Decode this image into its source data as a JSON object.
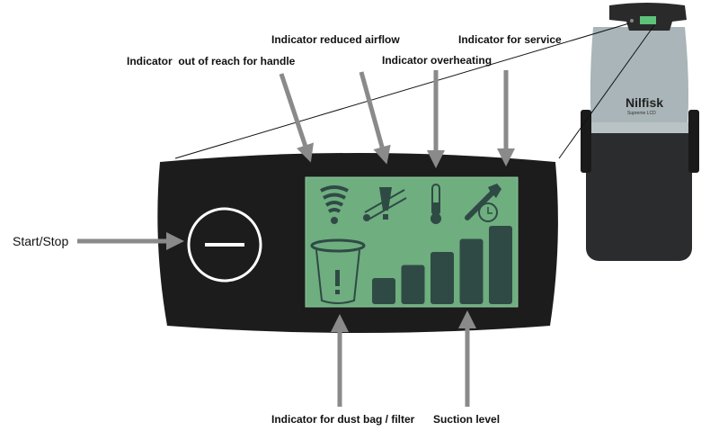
{
  "labels": {
    "out_of_reach": "Indicator  out of reach for handle",
    "reduced_airflow": "Indicator reduced airflow",
    "overheating": "Indicator overheating",
    "service": "Indicator for service",
    "start_stop": "Start/Stop",
    "dust_bag": "Indicator for dust bag / filter",
    "suction": "Suction level"
  },
  "product": {
    "brand": "Nilfisk",
    "model": "Supreme LCD"
  },
  "lcd": {
    "suction_bars": 5,
    "active_bars": 5
  },
  "colors": {
    "lcd": "#6fae7f",
    "icon": "#2f4a45",
    "arrow": "#8a8a8a",
    "panel": "#1c1c1c"
  }
}
